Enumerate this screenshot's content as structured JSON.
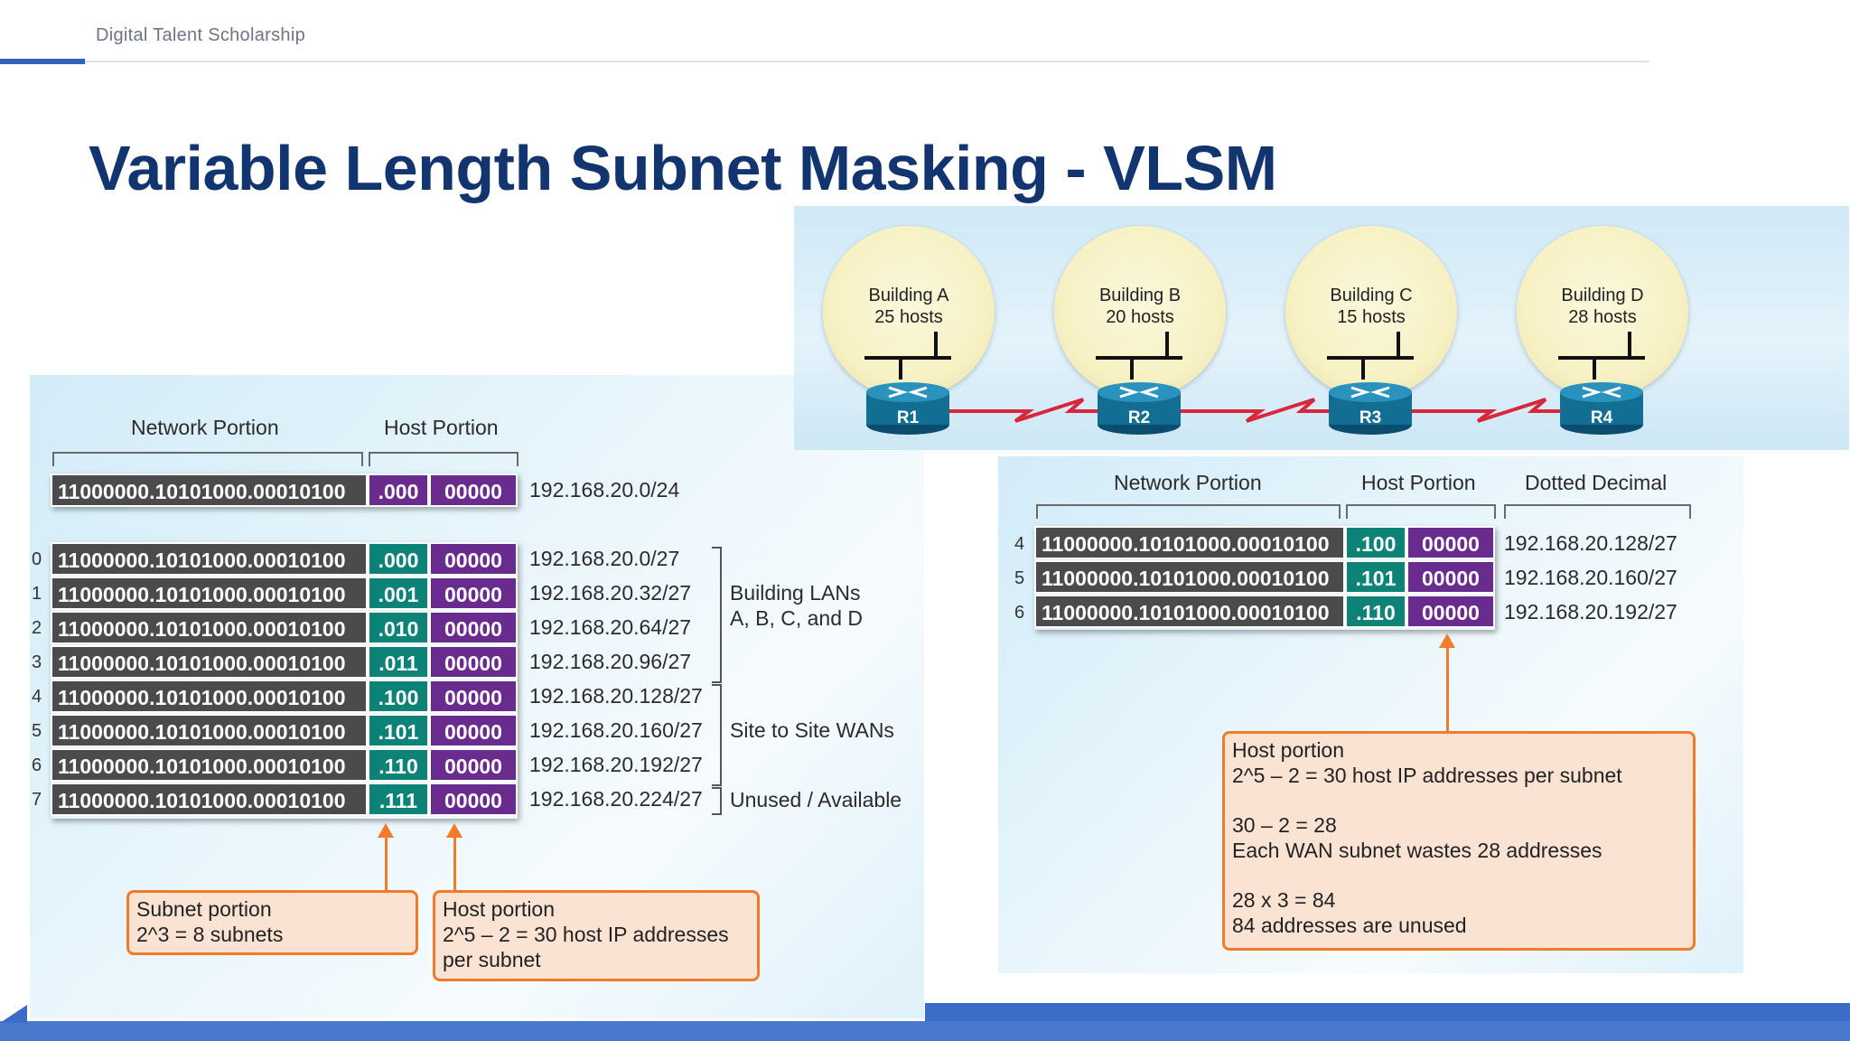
{
  "header": {
    "brand": "Digital Talent Scholarship"
  },
  "slide": {
    "title": "Variable Length Subnet Masking - VLSM"
  },
  "topology": {
    "buildings": [
      {
        "name": "Building A",
        "hosts": "25 hosts",
        "router": "R1"
      },
      {
        "name": "Building B",
        "hosts": "20 hosts",
        "router": "R2"
      },
      {
        "name": "Building C",
        "hosts": "15 hosts",
        "router": "R3"
      },
      {
        "name": "Building D",
        "hosts": "28 hosts",
        "router": "R4"
      }
    ]
  },
  "left_figure": {
    "network_portion_label": "Network Portion",
    "host_portion_label": "Host Portion",
    "base": {
      "network": "11000000.10101000.00010100",
      "subnet": ".000",
      "host": "00000",
      "decimal": "192.168.20.0/24"
    },
    "rows": [
      {
        "num": "0",
        "network": "11000000.10101000.00010100",
        "subnet": ".000",
        "host": "00000",
        "decimal": "192.168.20.0/27"
      },
      {
        "num": "1",
        "network": "11000000.10101000.00010100",
        "subnet": ".001",
        "host": "00000",
        "decimal": "192.168.20.32/27"
      },
      {
        "num": "2",
        "network": "11000000.10101000.00010100",
        "subnet": ".010",
        "host": "00000",
        "decimal": "192.168.20.64/27"
      },
      {
        "num": "3",
        "network": "11000000.10101000.00010100",
        "subnet": ".011",
        "host": "00000",
        "decimal": "192.168.20.96/27"
      },
      {
        "num": "4",
        "network": "11000000.10101000.00010100",
        "subnet": ".100",
        "host": "00000",
        "decimal": "192.168.20.128/27"
      },
      {
        "num": "5",
        "network": "11000000.10101000.00010100",
        "subnet": ".101",
        "host": "00000",
        "decimal": "192.168.20.160/27"
      },
      {
        "num": "6",
        "network": "11000000.10101000.00010100",
        "subnet": ".110",
        "host": "00000",
        "decimal": "192.168.20.192/27"
      },
      {
        "num": "7",
        "network": "11000000.10101000.00010100",
        "subnet": ".111",
        "host": "00000",
        "decimal": "192.168.20.224/27"
      }
    ],
    "groups": {
      "lans_line1": "Building LANs",
      "lans_line2": "A, B, C, and D",
      "wans": "Site to Site WANs",
      "unused": "Unused / Available"
    },
    "subnet_box": {
      "line1": "Subnet portion",
      "line2": "2^3 = 8 subnets"
    },
    "host_box": {
      "line1": "Host portion",
      "line2": "2^5 – 2 = 30 host IP addresses",
      "line3": "per subnet"
    }
  },
  "right_figure": {
    "network_portion_label": "Network Portion",
    "host_portion_label": "Host Portion",
    "dotted_decimal_label": "Dotted Decimal",
    "rows": [
      {
        "num": "4",
        "network": "11000000.10101000.00010100",
        "subnet": ".100",
        "host": "00000",
        "decimal": "192.168.20.128/27"
      },
      {
        "num": "5",
        "network": "11000000.10101000.00010100",
        "subnet": ".101",
        "host": "00000",
        "decimal": "192.168.20.160/27"
      },
      {
        "num": "6",
        "network": "11000000.10101000.00010100",
        "subnet": ".110",
        "host": "00000",
        "decimal": "192.168.20.192/27"
      }
    ],
    "host_box": {
      "line1": "Host portion",
      "line2": "2^5 – 2 = 30 host IP addresses per subnet",
      "line3": "30 – 2 = 28",
      "line4": "Each WAN subnet wastes 28 addresses",
      "line5": "28 x 3 = 84",
      "line6": "84 addresses are unused"
    }
  },
  "colors": {
    "title": "#12346f",
    "network_cell": "#4b4b4d",
    "subnet_cell": "#0d8277",
    "host_cell": "#6a2b8e",
    "callout_border": "#f07b2a",
    "accent": "#2f62b8"
  }
}
